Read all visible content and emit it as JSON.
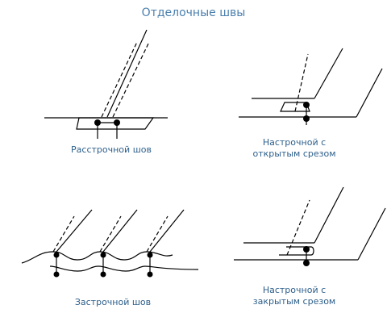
{
  "title": "Отделочные швы",
  "seams": [
    {
      "label_line1": "Расстрочной шов",
      "label_line2": ""
    },
    {
      "label_line1": "Настрочной с",
      "label_line2": "открытым срезом"
    },
    {
      "label_line1": "Застрочной шов",
      "label_line2": ""
    },
    {
      "label_line1": "Настрочной с",
      "label_line2": "закрытым срезом"
    }
  ]
}
